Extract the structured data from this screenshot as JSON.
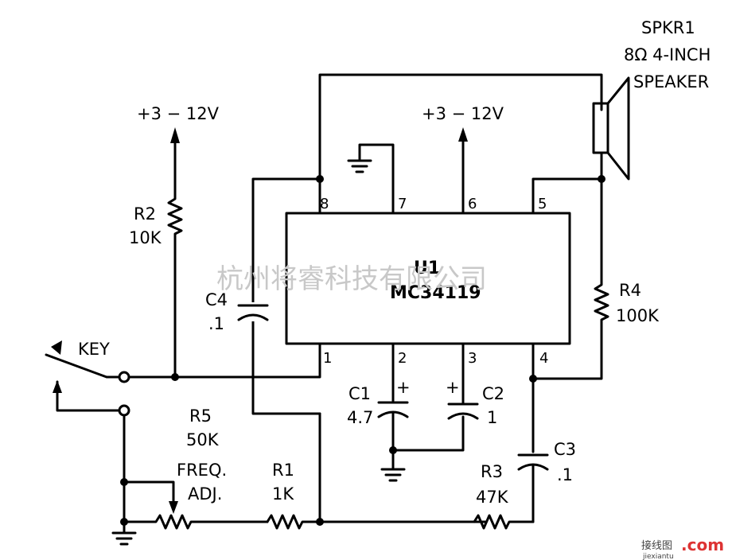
{
  "speaker": {
    "ref": "SPKR1",
    "spec": "8Ω 4-INCH",
    "type": "SPEAKER"
  },
  "supply": {
    "left": "+3 − 12V",
    "pin6": "+3 − 12V"
  },
  "ic": {
    "ref": "U1",
    "part": "MC34119",
    "pins": [
      "1",
      "2",
      "3",
      "4",
      "5",
      "6",
      "7",
      "8"
    ]
  },
  "components": {
    "r2": {
      "ref": "R2",
      "value": "10K"
    },
    "r4": {
      "ref": "R4",
      "value": "100K"
    },
    "c4": {
      "ref": "C4",
      "value": ".1"
    },
    "c1": {
      "ref": "C1",
      "value": "4.7"
    },
    "c2": {
      "ref": "C2",
      "value": "1"
    },
    "c3": {
      "ref": "C3",
      "value": ".1"
    },
    "r5": {
      "ref": "R5",
      "value": "50K",
      "note1": "FREQ.",
      "note2": "ADJ."
    },
    "r1": {
      "ref": "R1",
      "value": "1K"
    },
    "r3": {
      "ref": "R3",
      "value": "47K"
    },
    "key": "KEY"
  },
  "polarity": "+",
  "watermark": {
    "cn": "杭州将睿科技有限公司",
    "site": "接线图",
    "domain": ".com",
    "pinyin": "jiexiantu"
  }
}
